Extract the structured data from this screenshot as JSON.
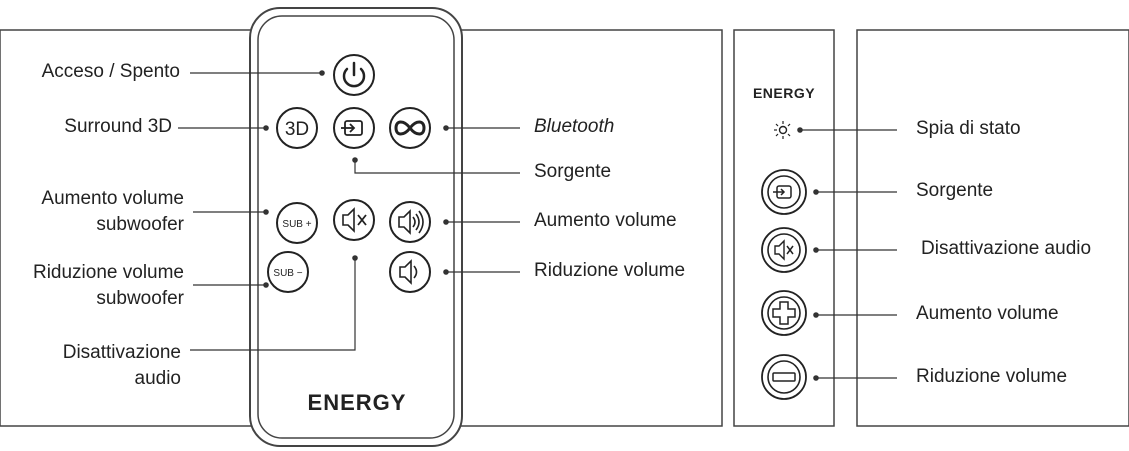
{
  "remote": {
    "brand": "ENERGY",
    "buttons": {
      "power_icon": "power-icon",
      "surround_label": "3D",
      "source_icon": "source-icon",
      "bluetooth_icon": "infinity-icon",
      "sub_plus_label": "SUB +",
      "sub_minus_label": "SUB −",
      "mute_icon": "speaker-mute-icon",
      "vol_up_icon": "speaker-loud-icon",
      "vol_down_icon": "speaker-low-icon"
    },
    "labels": {
      "power": "Acceso / Spento",
      "surround": "Surround 3D",
      "sub_up_line1": "Aumento volume",
      "sub_up_line2": "subwoofer",
      "sub_down_line1": "Riduzione volume",
      "sub_down_line2": "subwoofer",
      "mute_line1": "Disattivazione",
      "mute_line2": "audio",
      "bluetooth": "Bluetooth",
      "source": "Sorgente",
      "vol_up": "Aumento volume",
      "vol_down": "Riduzione volume"
    }
  },
  "soundbar": {
    "brand": "ENERGY",
    "labels": {
      "status_led": "Spia di stato",
      "source": "Sorgente",
      "mute": "Disattivazione audio",
      "vol_up": "Aumento volume",
      "vol_down": "Riduzione volume"
    }
  },
  "colors": {
    "stroke": "#333333",
    "text": "#222222",
    "background": "#ffffff"
  }
}
